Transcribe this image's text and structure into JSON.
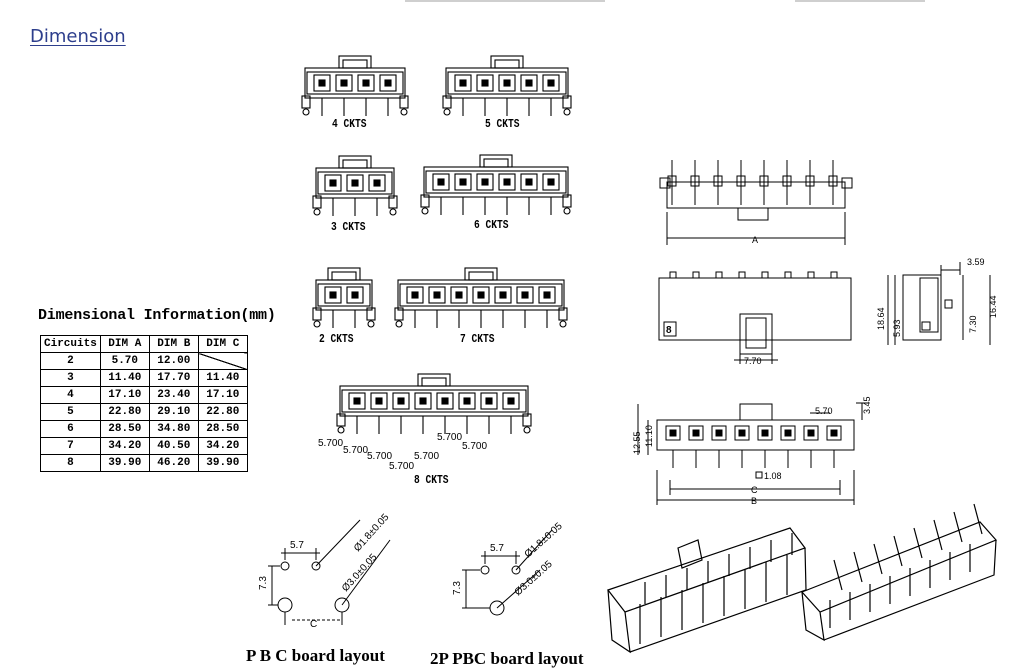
{
  "section": {
    "title": "Dimension"
  },
  "table": {
    "title": "Dimensional Information(mm)",
    "headers": [
      "Circuits",
      "DIM A",
      "DIM B",
      "DIM C"
    ],
    "rows": [
      [
        "2",
        "5.70",
        "12.00",
        ""
      ],
      [
        "3",
        "11.40",
        "17.70",
        "11.40"
      ],
      [
        "4",
        "17.10",
        "23.40",
        "17.10"
      ],
      [
        "5",
        "22.80",
        "29.10",
        "22.80"
      ],
      [
        "6",
        "28.50",
        "34.80",
        "28.50"
      ],
      [
        "7",
        "34.20",
        "40.50",
        "34.20"
      ],
      [
        "8",
        "39.90",
        "46.20",
        "39.90"
      ]
    ]
  },
  "variants": {
    "c4": "4 CKTS",
    "c5": "5 CKTS",
    "c3": "3 CKTS",
    "c6": "6 CKTS",
    "c2": "2 CKTS",
    "c7": "7 CKTS",
    "c8": "8 CKTS"
  },
  "pitch_labels": {
    "p1": "5.700",
    "p2": "5.700",
    "p3": "5.700",
    "p4": "5.700",
    "p5": "5.700",
    "p6": "5.700",
    "p7": "5.700"
  },
  "side_dims": {
    "a": "A",
    "w": "7.70",
    "h1": "18.64",
    "h2": "5.93",
    "h3": "7.30",
    "h4": "16.44",
    "t": "3.59"
  },
  "front_dims": {
    "d1": "12.55",
    "d2": "11.10",
    "d3": "5.70",
    "d4": "3.45",
    "sq": "1.08",
    "c": "C",
    "b": "B"
  },
  "layouts": {
    "pbc": {
      "caption": "P B C board layout",
      "pitch": "5.7",
      "row": "7.3",
      "hole1": "Ø1.8±0.05",
      "hole2": "Ø3.0±0.05",
      "c": "C"
    },
    "p2": {
      "caption": "2P PBC board layout",
      "pitch": "5.7",
      "row": "7.3",
      "hole1": "Ø1.8±0.05",
      "hole2": "Ø3.0±0.05"
    }
  }
}
